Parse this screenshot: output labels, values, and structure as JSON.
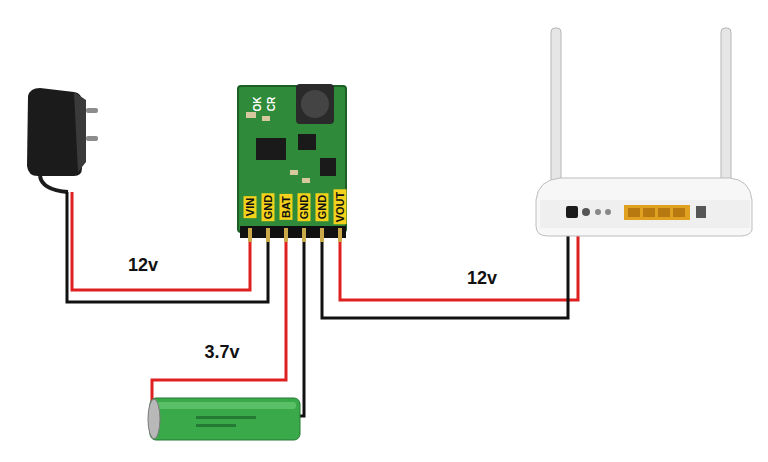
{
  "diagram": {
    "labels": [
      "OK",
      "CR",
      "VIN",
      "GND",
      "BAT",
      "GND",
      "GND",
      "VOUT",
      "12v",
      "3.7v",
      "12v"
    ]
  }
}
